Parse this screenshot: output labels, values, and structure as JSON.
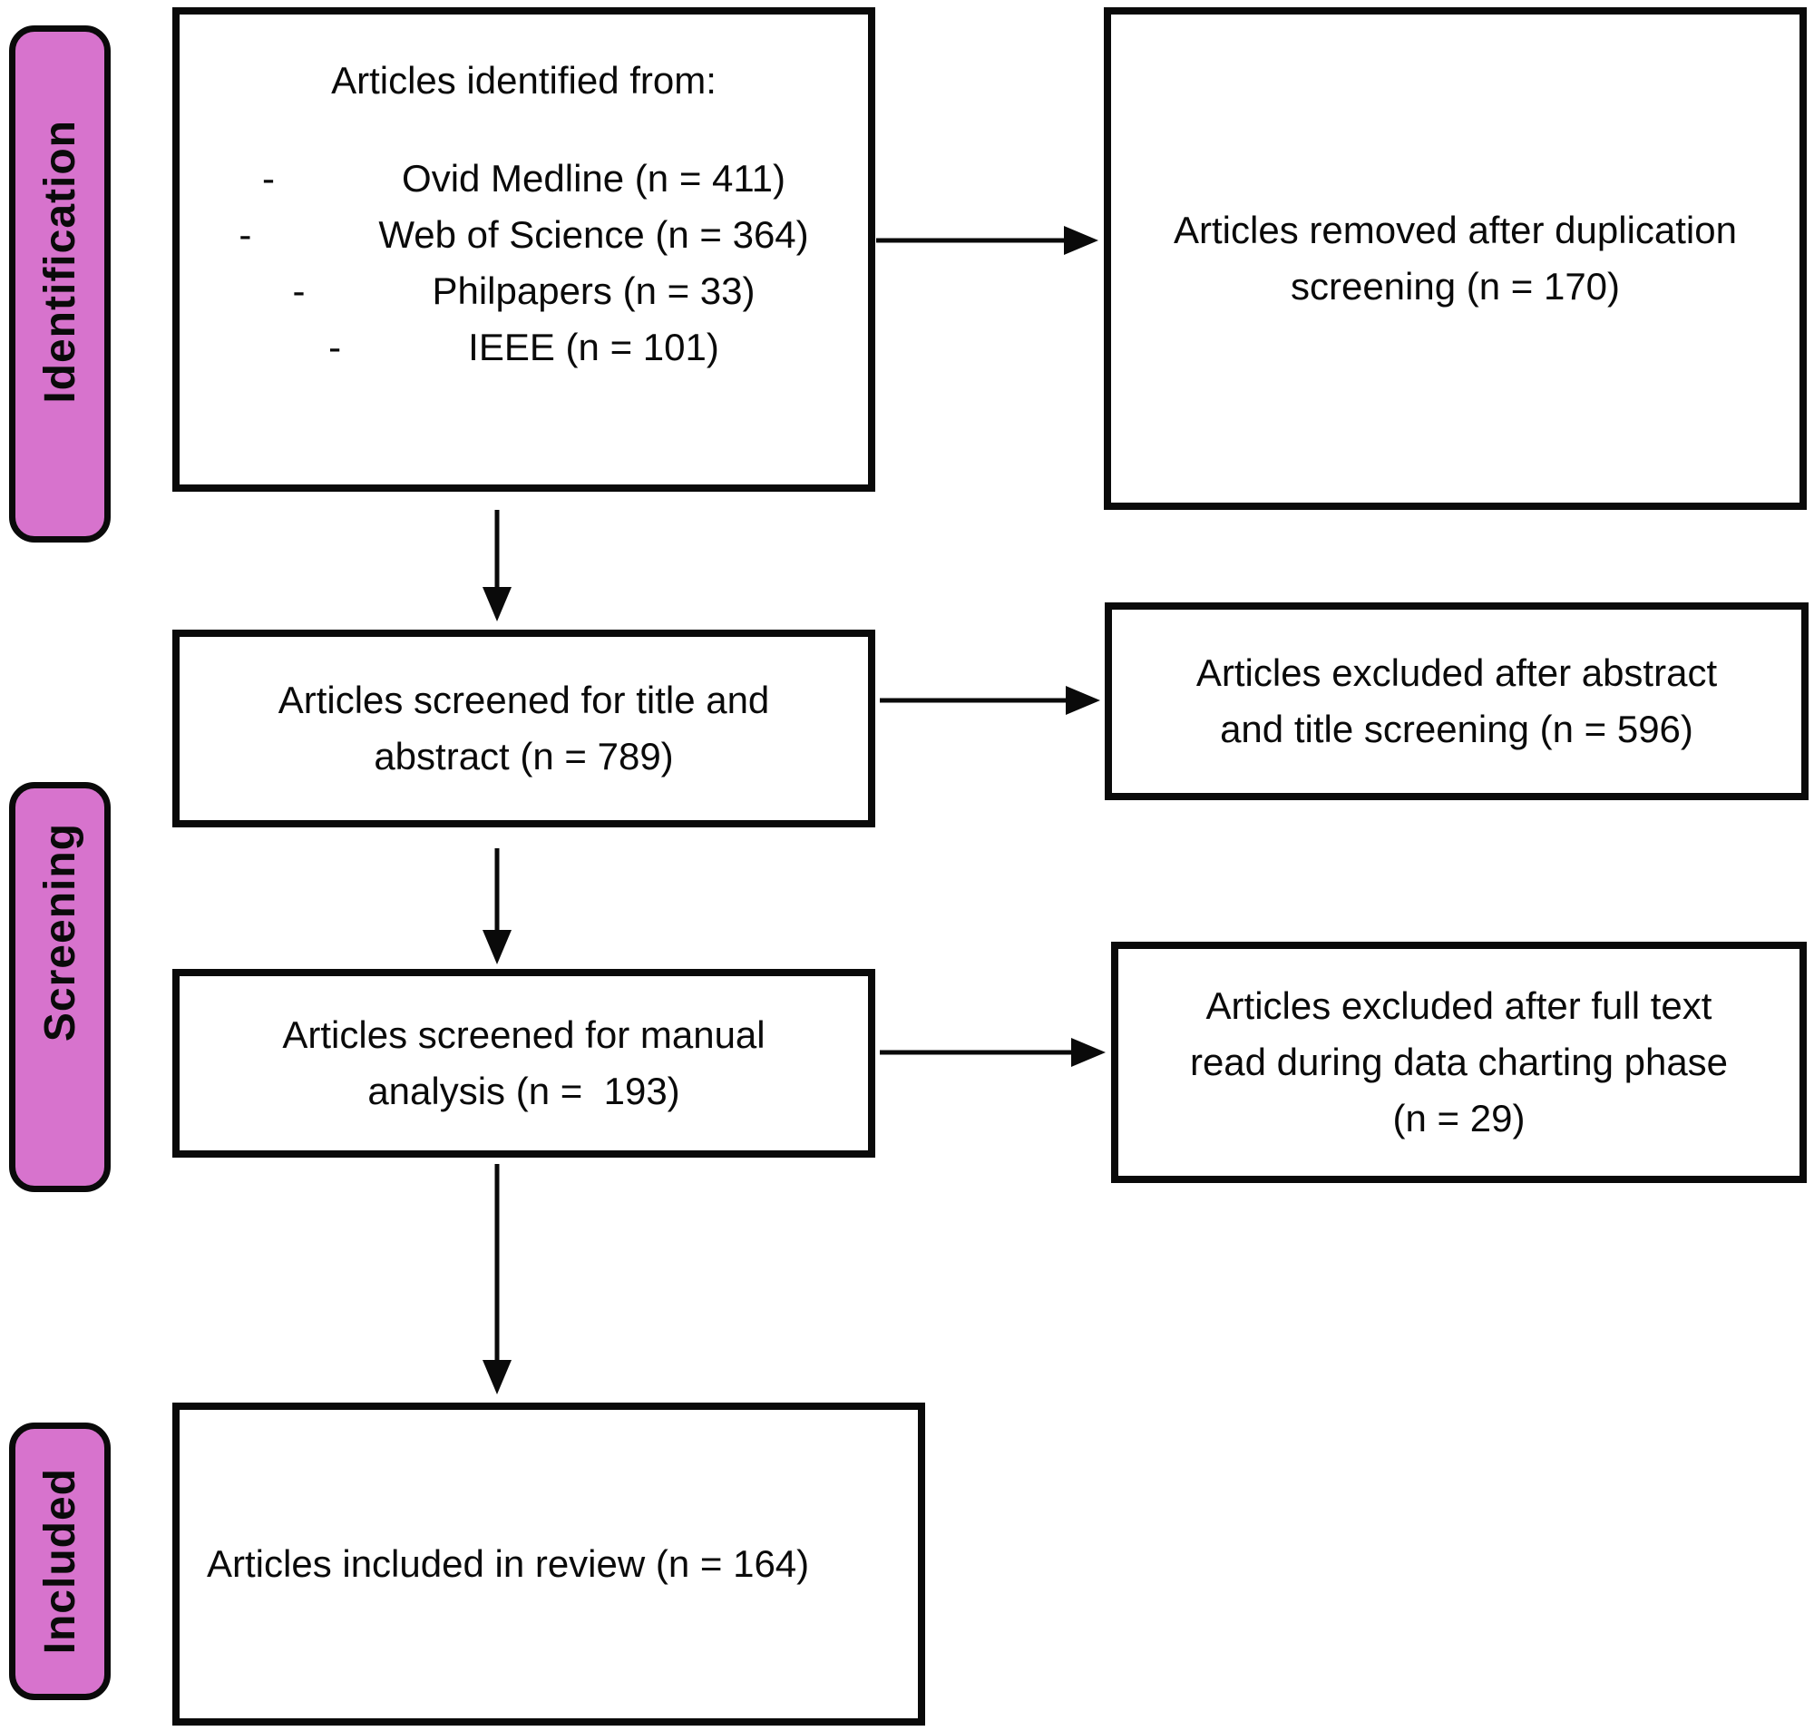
{
  "diagram": {
    "title_hint": "PRISMA article selection flow",
    "stages": [
      {
        "label": "Identification"
      },
      {
        "label": "Screening"
      },
      {
        "label": "Included"
      }
    ],
    "boxes": {
      "identified": {
        "title": "Articles identified from:",
        "bullet": "-",
        "items": [
          "Ovid Medline (n = 411)",
          "Web of Science (n = 364)",
          "Philpapers (n = 33)",
          "IEEE (n = 101)"
        ]
      },
      "removed_duplicates": {
        "text": "Articles removed after duplication\nscreening (n = 170)"
      },
      "screened_title_abstract": {
        "text": "Articles screened for title and\nabstract (n = 789)"
      },
      "excluded_abstract_title": {
        "text": "Articles excluded after abstract\nand title screening (n = 596)"
      },
      "screened_manual": {
        "text": "Articles screened for manual\nanalysis (n =  193)"
      },
      "excluded_full_text": {
        "text": "Articles excluded after full text\nread during data charting phase\n(n = 29)"
      },
      "included_review": {
        "text": "Articles included in review (n = 164)"
      }
    },
    "arrows": [
      {
        "from": "identified",
        "to": "removed_duplicates"
      },
      {
        "from": "identified",
        "to": "screened_title_abstract"
      },
      {
        "from": "screened_title_abstract",
        "to": "excluded_abstract_title"
      },
      {
        "from": "screened_title_abstract",
        "to": "screened_manual"
      },
      {
        "from": "screened_manual",
        "to": "excluded_full_text"
      },
      {
        "from": "screened_manual",
        "to": "included_review"
      }
    ],
    "colors": {
      "stage_fill": "#D773CD",
      "stage_border": "#0a0a0a",
      "box_border": "#0a0a0a",
      "arrow": "#0a0a0a",
      "background": "#ffffff",
      "text": "#0a0a0a"
    }
  }
}
